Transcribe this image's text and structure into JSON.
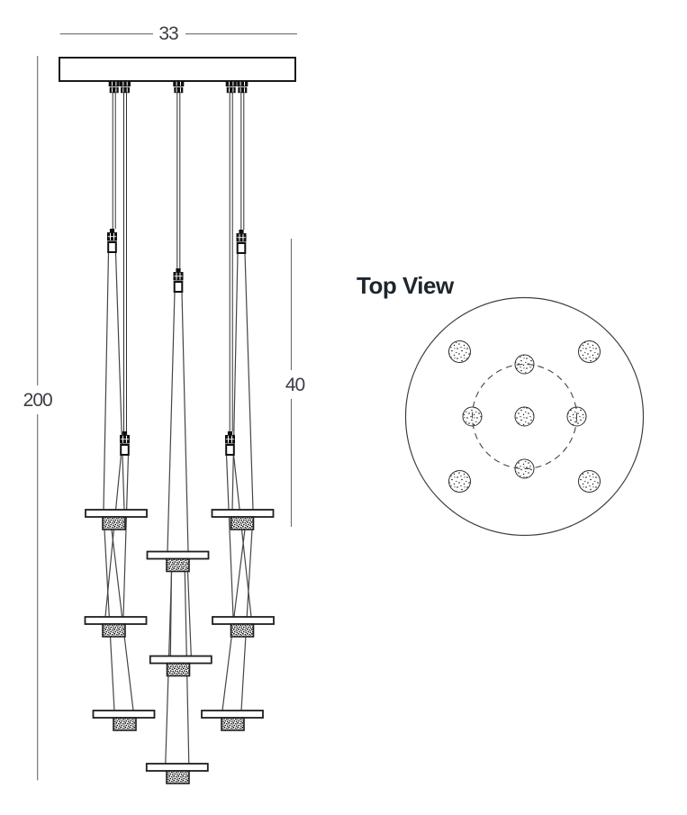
{
  "side_view": {
    "dim_canopy_width": "33",
    "dim_total_height": "200",
    "dim_pendant_height": "40",
    "pendant_columns": 3,
    "pendants_per_column": 3
  },
  "top_view": {
    "title": "Top View",
    "pendant_count": 9
  },
  "colors": {
    "ink": "#454545",
    "outline": "#1f1f1f",
    "dimension_line": "#6b6b6b",
    "dimension_text": "#3a3f45",
    "title_text": "#1c262e"
  }
}
